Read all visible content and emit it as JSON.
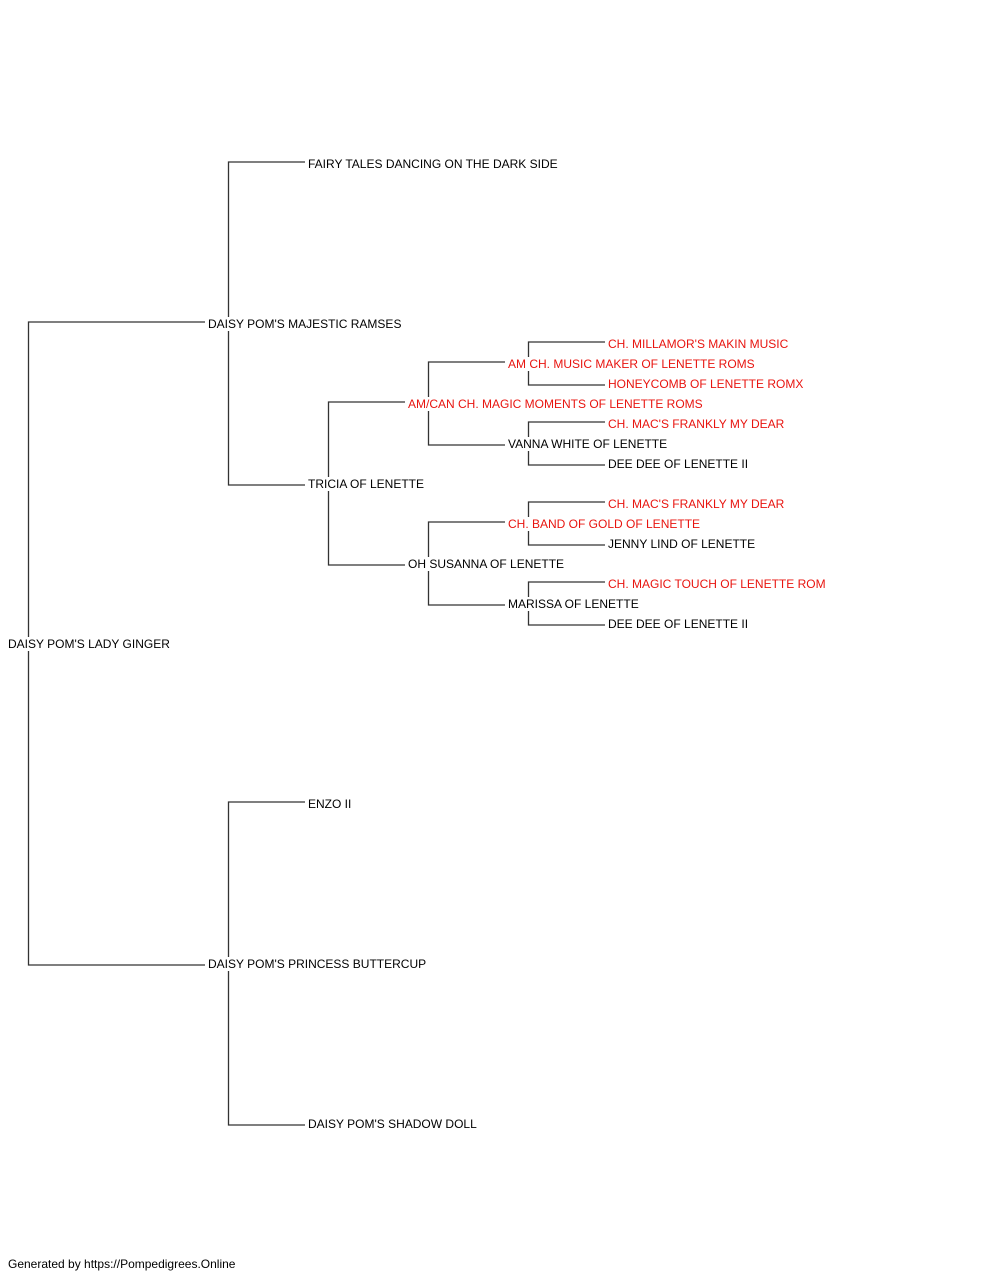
{
  "colors": {
    "line": "#333333",
    "text": "#000000",
    "champion": "#e8140f"
  },
  "pedigree": {
    "subject": {
      "name": "DAISY POM'S LADY GINGER",
      "champion": false
    },
    "sire": {
      "name": "DAISY POM'S MAJESTIC RAMSES",
      "champion": false
    },
    "sire_sire": {
      "name": "FAIRY TALES DANCING ON THE DARK SIDE",
      "champion": false
    },
    "sire_dam": {
      "name": "TRICIA OF LENETTE",
      "champion": false
    },
    "sd_sire": {
      "name": "AM/CAN CH. MAGIC MOMENTS OF LENETTE ROMS",
      "champion": true
    },
    "sd_dam": {
      "name": "OH SUSANNA OF LENETTE",
      "champion": false
    },
    "sds_sire": {
      "name": "AM CH. MUSIC MAKER OF LENETTE ROMS",
      "champion": true
    },
    "sds_dam": {
      "name": "VANNA WHITE OF LENETTE",
      "champion": false
    },
    "sdd_sire": {
      "name": "CH. BAND OF GOLD OF LENETTE",
      "champion": true
    },
    "sdd_dam": {
      "name": "MARISSA OF LENETTE",
      "champion": false
    },
    "sdss_sire": {
      "name": "CH. MILLAMOR'S MAKIN MUSIC",
      "champion": true
    },
    "sdss_dam": {
      "name": "HONEYCOMB OF LENETTE ROMX",
      "champion": true
    },
    "sdsd_sire": {
      "name": "CH. MAC'S FRANKLY MY DEAR",
      "champion": true
    },
    "sdsd_dam": {
      "name": "DEE DEE OF LENETTE II",
      "champion": false
    },
    "sdds_sire": {
      "name": "CH. MAC'S FRANKLY MY DEAR",
      "champion": true
    },
    "sdds_dam": {
      "name": "JENNY LIND OF LENETTE",
      "champion": false
    },
    "sddd_sire": {
      "name": "CH. MAGIC TOUCH OF LENETTE ROM",
      "champion": true
    },
    "sddd_dam": {
      "name": "DEE DEE OF LENETTE II",
      "champion": false
    },
    "dam": {
      "name": "DAISY POM'S PRINCESS BUTTERCUP",
      "champion": false
    },
    "dam_sire": {
      "name": "ENZO II",
      "champion": false
    },
    "dam_dam": {
      "name": "DAISY POM'S SHADOW DOLL",
      "champion": false
    }
  },
  "footer": {
    "text": "Generated by https://Pompedigrees.Online"
  }
}
